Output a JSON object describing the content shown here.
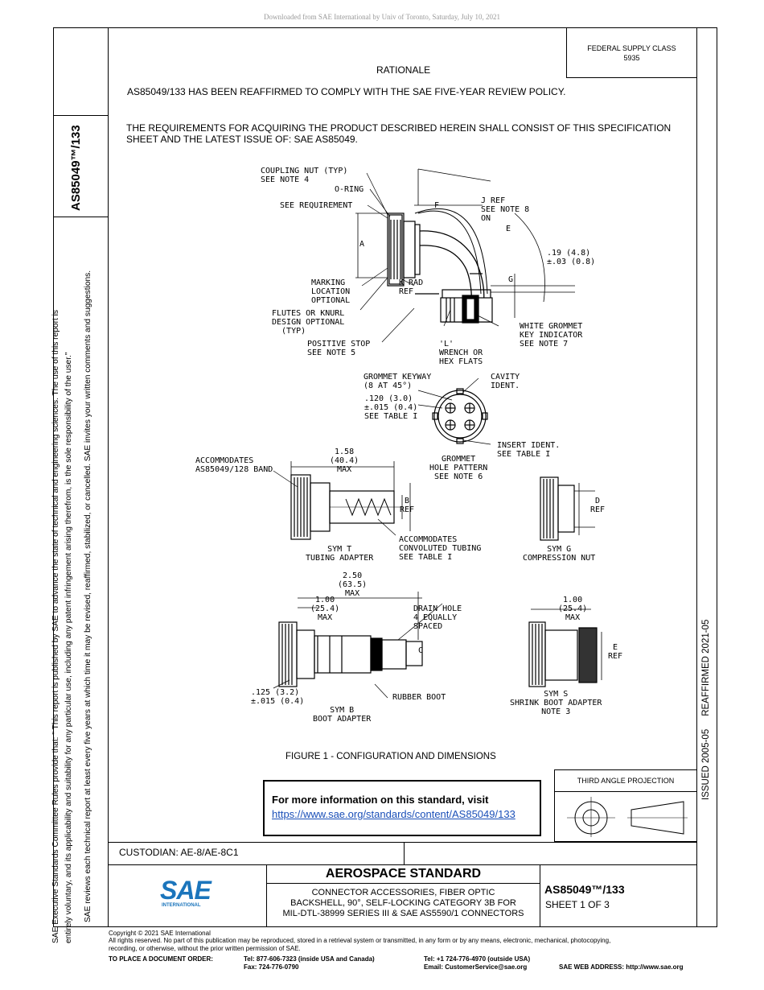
{
  "header": {
    "download_notice": "Downloaded from SAE International by Univ of Toronto, Saturday, July 10, 2021"
  },
  "left_margin": {
    "doc_number": "AS85049™/133",
    "notice_line1": "SAE Executive Standards Committee Rules provide that: \"  This report is published by SAE to advance the state of technical and engineering sciences. The use of this report is",
    "notice_line2": "entirely voluntary, and its applicability and suitability for any particular use, including any patent infringement arising therefrom, is the sole responsibility of the user.\"",
    "notice_line3": "SAE reviews each technical report at least every five years at which time it may be revised, reaffirmed, stabilized, or cancelled. SAE invites your written comments and suggestions."
  },
  "right_margin": {
    "issued": "ISSUED 2005-05",
    "reaffirmed": "REAFFIRMED 2021-05"
  },
  "supply_class": {
    "label": "FEDERAL SUPPLY CLASS",
    "value": "5935"
  },
  "body": {
    "rationale_title": "RATIONALE",
    "rationale_text": "AS85049/133 HAS BEEN REAFFIRMED TO COMPLY WITH THE SAE FIVE-YEAR REVIEW POLICY.",
    "requirements_line1": "THE REQUIREMENTS FOR ACQUIRING THE PRODUCT DESCRIBED HEREIN SHALL CONSIST OF THIS SPECIFICATION",
    "requirements_line2": "SHEET AND THE LATEST ISSUE OF:  SAE AS85049."
  },
  "figure": {
    "caption": "FIGURE 1 - CONFIGURATION AND DIMENSIONS",
    "labels": {
      "coupling_nut": "COUPLING NUT (TYP)\nSEE NOTE 4",
      "o_ring": "O-RING",
      "see_req": "SEE REQUIREMENT",
      "f": "F",
      "j_ref": "J REF\nSEE NOTE 8\nON",
      "e_mark": "E",
      "a": "A",
      "dim_19": ".19 (4.8)\n±.03 (0.8)",
      "g": "G",
      "marking": "MARKING\nLOCATION\nOPTIONAL",
      "k_rad": "K RAD\nREF",
      "flutes": "FLUTES OR KNURL\nDESIGN OPTIONAL\n  (TYP)",
      "white_grommet": "WHITE GROMMET\nKEY INDICATOR\nSEE NOTE 7",
      "positive_stop": "POSITIVE STOP\nSEE NOTE 5",
      "l_wrench": "'L'\nWRENCH OR\nHEX FLATS",
      "grommet_keyway": "GROMMET KEYWAY\n(8 AT 45°)",
      "cavity": "CAVITY\nIDENT.",
      "dim_120": ".120 (3.0)\n±.015 (0.4)\nSEE TABLE I",
      "insert_ident": "INSERT IDENT.\nSEE TABLE I",
      "grommet_hole": "GROMMET\nHOLE PATTERN\nSEE NOTE 6",
      "accommodates_band": "ACCOMMODATES\nAS85049/128 BAND",
      "dim_158": "1.58\n(40.4)\nMAX",
      "b_ref": "B\nREF",
      "accommodates_tubing": "ACCOMMODATES\nCONVOLUTED TUBING\nSEE TABLE I",
      "sym_t": "SYM T\nTUBING ADAPTER",
      "d_ref": "D\nREF",
      "sym_g": "SYM G\nCOMPRESSION NUT",
      "dim_250": "2.50\n(63.5)\nMAX",
      "dim_100a": "1.00\n(25.4)\nMAX",
      "drain_hole": "DRAIN HOLE\n4 EQUALLY\nSPACED",
      "c": "C",
      "dim_100b": "1.00\n(25.4)\nMAX",
      "e_ref": "E\nREF",
      "dim_125": ".125 (3.2)\n±.015 (0.4)",
      "rubber_boot": "RUBBER BOOT",
      "sym_b": "SYM B\nBOOT ADAPTER",
      "sym_s": "SYM S\nSHRINK BOOT ADAPTER\nNOTE 3"
    }
  },
  "info_box": {
    "heading": "For more information on this standard, visit",
    "link": "https://www.sae.org/standards/content/AS85049/133"
  },
  "projection": {
    "label": "THIRD ANGLE PROJECTION"
  },
  "title_block": {
    "custodian": "CUSTODIAN: AE-8/AE-8C1",
    "logo_text": "SAE",
    "logo_sub": "INTERNATIONAL",
    "standard_type": "AEROSPACE STANDARD",
    "title_line1": "CONNECTOR ACCESSORIES, FIBER OPTIC",
    "title_line2": "BACKSHELL, 90°, SELF-LOCKING CATEGORY 3B FOR",
    "title_line3": "MIL-DTL-38999 SERIES III & SAE AS5590/1 CONNECTORS",
    "doc_number": "AS85049™/133",
    "sheet": "SHEET 1 OF 3"
  },
  "footer": {
    "copyright": "Copyright © 2021 SAE International",
    "rights_line1": "All rights reserved. No part of this publication may be reproduced, stored in a retrieval system or transmitted, in any form or by any means, electronic, mechanical, photocopying,",
    "rights_line2": "recording, or otherwise, without the prior written permission of SAE.",
    "order_label": "TO PLACE A DOCUMENT ORDER:",
    "tel_usa": "Tel: 877-606-7323 (inside USA and Canada)",
    "fax": "Fax: 724-776-0790",
    "tel_outside": "Tel: +1 724-776-4970 (outside USA)",
    "email": "Email: CustomerService@sae.org",
    "web": "SAE WEB ADDRESS: http://www.sae.org"
  }
}
